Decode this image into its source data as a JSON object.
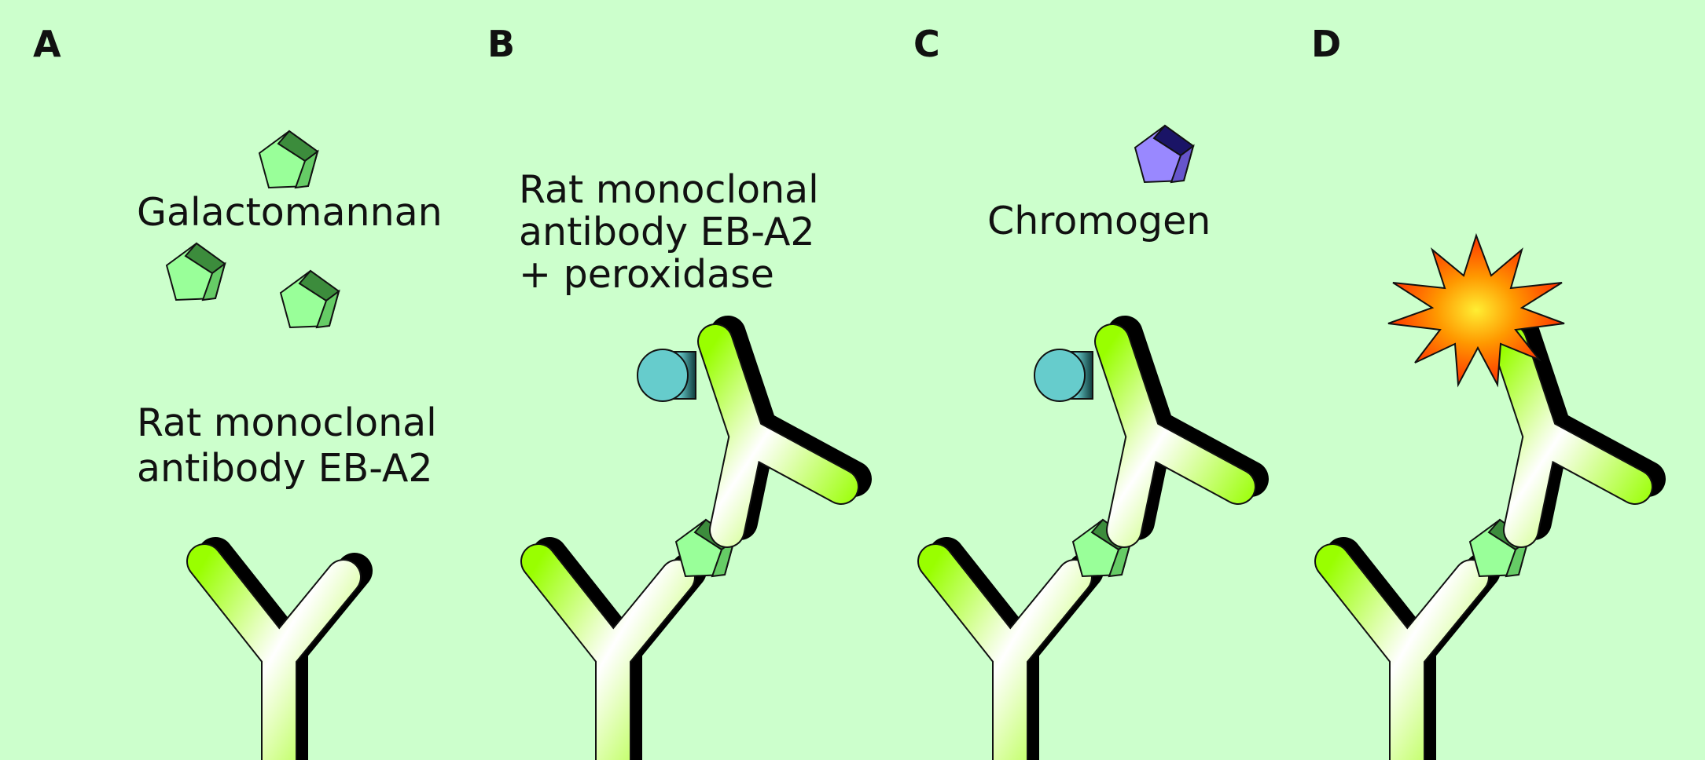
{
  "panels": [
    {
      "letter": "A",
      "labels": [
        "Galactomannan",
        "Rat monoclonal",
        "antibody EB-A2"
      ]
    },
    {
      "letter": "B",
      "labels": [
        "Rat monoclonal",
        "antibody EB-A2",
        "+ peroxidase"
      ]
    },
    {
      "letter": "C",
      "labels": [
        "Chromogen"
      ]
    },
    {
      "letter": "D",
      "labels": []
    }
  ],
  "colors": {
    "background": "#ccffcc",
    "antibody_light": "#ffffff",
    "antibody_dark": "#99ff00",
    "antigen_front": "#99ff99",
    "antigen_top": "#3c8c3c",
    "antigen_side": "#66cc66",
    "peroxidase": "#66cccc",
    "chromogen_front": "#9988ff",
    "chromogen_top": "#1a1466",
    "burst_center": "#ffee33",
    "burst_edge": "#ff3300"
  },
  "icons": [
    "y-antibody-icon",
    "pentagon-antigen-icon",
    "peroxidase-cylinder-icon",
    "chromogen-pentagon-icon",
    "starburst-signal-icon"
  ]
}
